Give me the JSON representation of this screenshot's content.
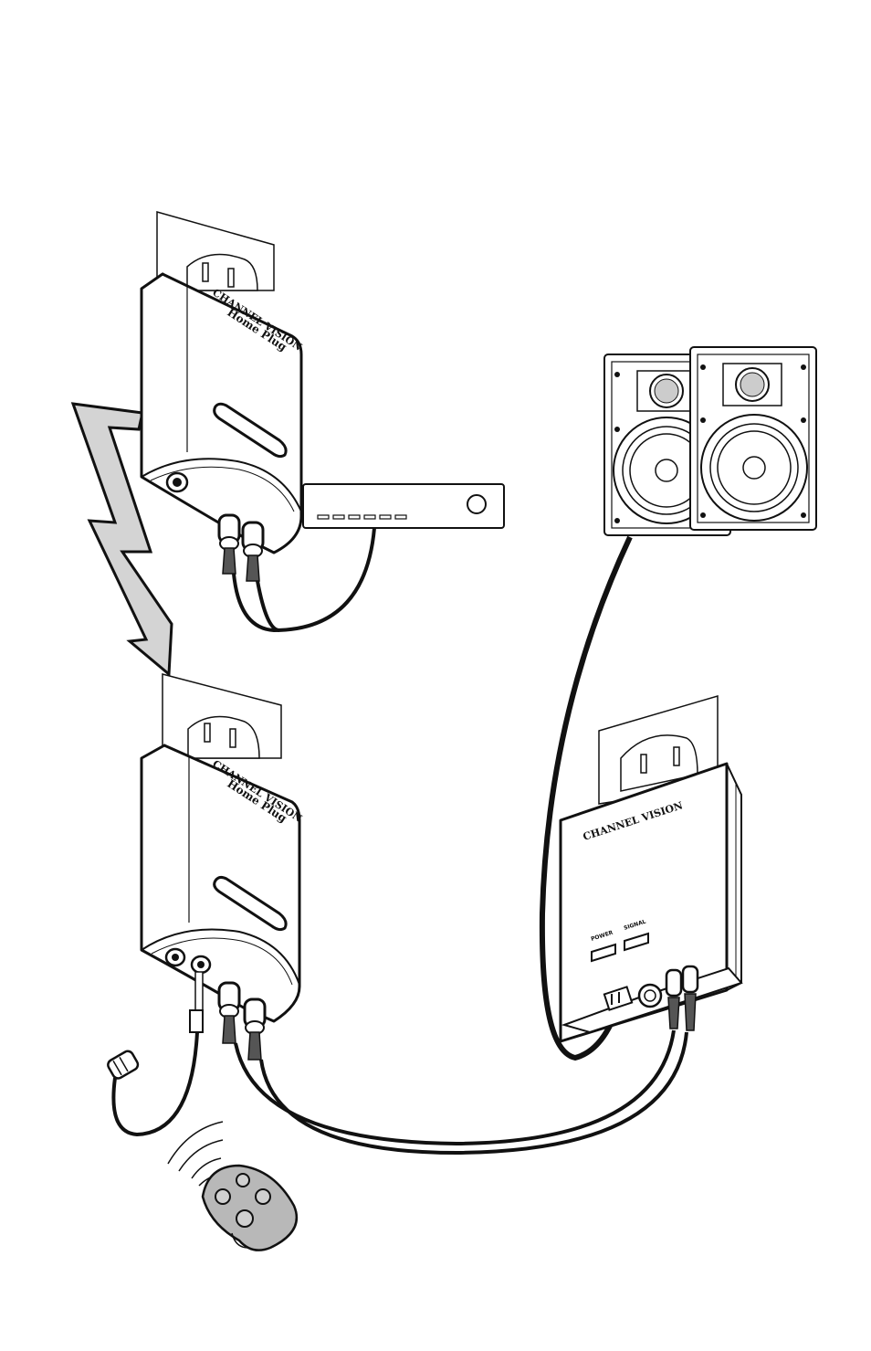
{
  "colors": {
    "ink": "#111111",
    "device_fill": "#ffffff",
    "bolt_fill": "#d4d4d4",
    "remote_fill": "#b8b8b8",
    "grille_fill": "#cccccc"
  },
  "transmitter": {
    "brand": "CHANNEL VISION",
    "model": "Home Plug"
  },
  "receiver": {
    "brand": "CHANNEL VISION",
    "model": "Home Plug"
  },
  "amplifier": {
    "brand": "CHANNEL VISION",
    "power_label": "POWER",
    "signal_label": "SIGNAL"
  }
}
